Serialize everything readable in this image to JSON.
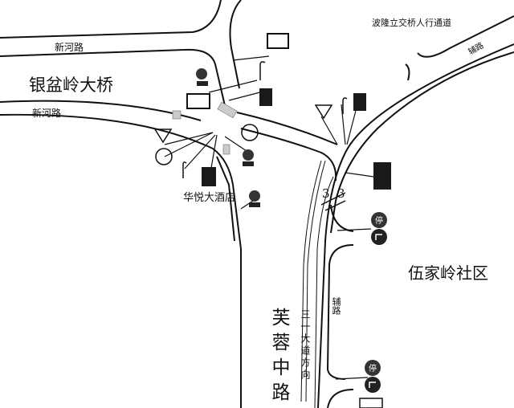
{
  "labels": {
    "xinhe_road_top": "新河路",
    "yinpenling_bridge": "银盆岭大桥",
    "xinhe_road_lower": "新河路",
    "bolong_underpass": "波隆立交桥人行通道",
    "side_road_top": "辅路",
    "huayue_hotel": "华悦大酒店",
    "wujialing_community": "伍家岭社区",
    "furong_road": "芙蓉中路",
    "sany_direction": "三一大道方向",
    "side_road_right": "辅路",
    "lane_3_left": "3",
    "lane_3_right": "3"
  },
  "signs": {
    "stop_1": "停",
    "stop_2": "停"
  },
  "colors": {
    "line": "#111111",
    "sign_dark": "#1a1a1a",
    "stop_sign": "#333333"
  }
}
